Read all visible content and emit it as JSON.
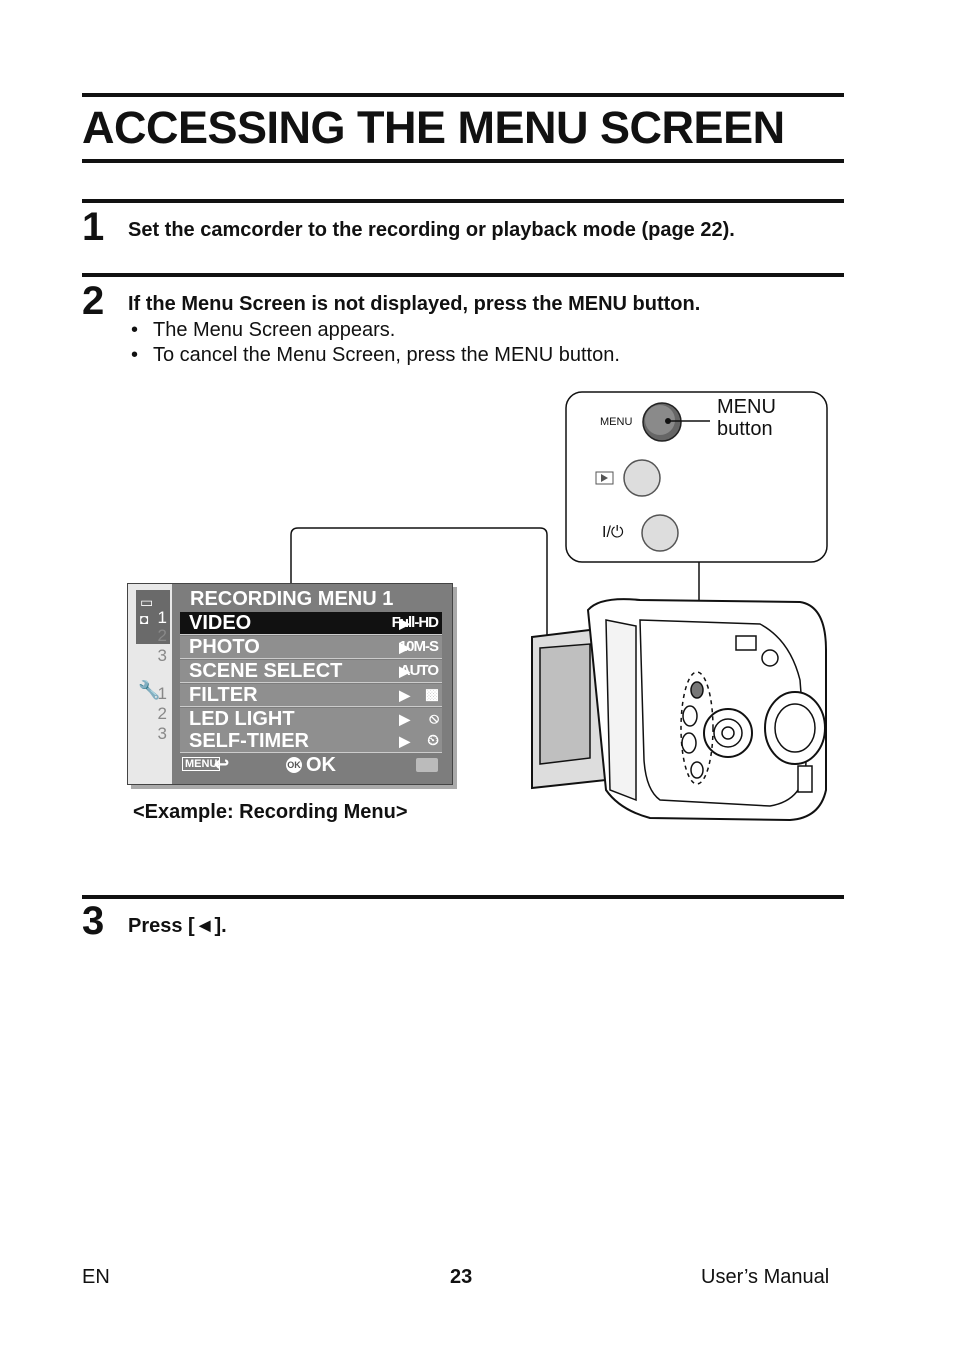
{
  "page": {
    "title": "ACCESSING THE MENU SCREEN"
  },
  "steps": [
    {
      "number": "1",
      "text": "Set the camcorder to the recording or playback mode (page 22)."
    },
    {
      "number": "2",
      "text": "If the Menu Screen is not displayed, press the MENU button.",
      "bullets": [
        "The Menu Screen appears.",
        "To cancel the Menu Screen, press the MENU button."
      ]
    },
    {
      "number": "3",
      "text": "Press [◄]."
    }
  ],
  "callout": {
    "button_small_label": "MENU",
    "button_label_line1": "MENU",
    "button_label_line2": "button",
    "power_label": "I/⏻"
  },
  "menu_screen": {
    "title": "RECORDING MENU 1",
    "side_tabs_record": [
      "1",
      "2",
      "3"
    ],
    "side_tabs_setup": [
      "1",
      "2",
      "3"
    ],
    "rows": [
      {
        "label": "VIDEO",
        "value": "Full-HD",
        "selected": true
      },
      {
        "label": "PHOTO",
        "value": "10M-S",
        "selected": false
      },
      {
        "label": "SCENE SELECT",
        "value": "AUTO",
        "selected": false
      },
      {
        "label": "FILTER",
        "value": "▩",
        "selected": false
      },
      {
        "label": "LED LIGHT",
        "value": "⦸",
        "selected": false
      },
      {
        "label": "SELF-TIMER",
        "value": "⏲",
        "selected": false
      }
    ],
    "footer_menu": "MENU",
    "footer_ok_badge": "OK",
    "footer_ok": "OK"
  },
  "caption": "<Example: Recording Menu>",
  "footer": {
    "left": "EN",
    "center": "23",
    "right": "User’s Manual"
  }
}
